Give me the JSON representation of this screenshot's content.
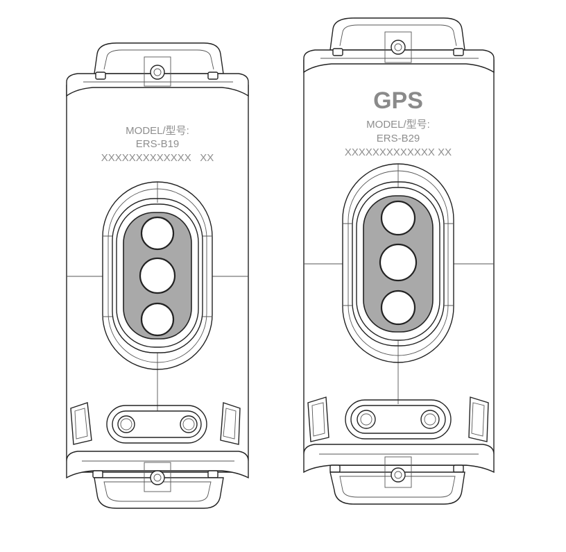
{
  "devices": [
    {
      "model_line": "MODEL/型号:",
      "model_code": "ERS-B19",
      "serial": "XXXXXXXXXXXXX   XX"
    },
    {
      "badge": "GPS",
      "model_line": "MODEL/型号:",
      "model_code": "ERS-B29",
      "serial": "XXXXXXXXXXXXX XX"
    }
  ]
}
